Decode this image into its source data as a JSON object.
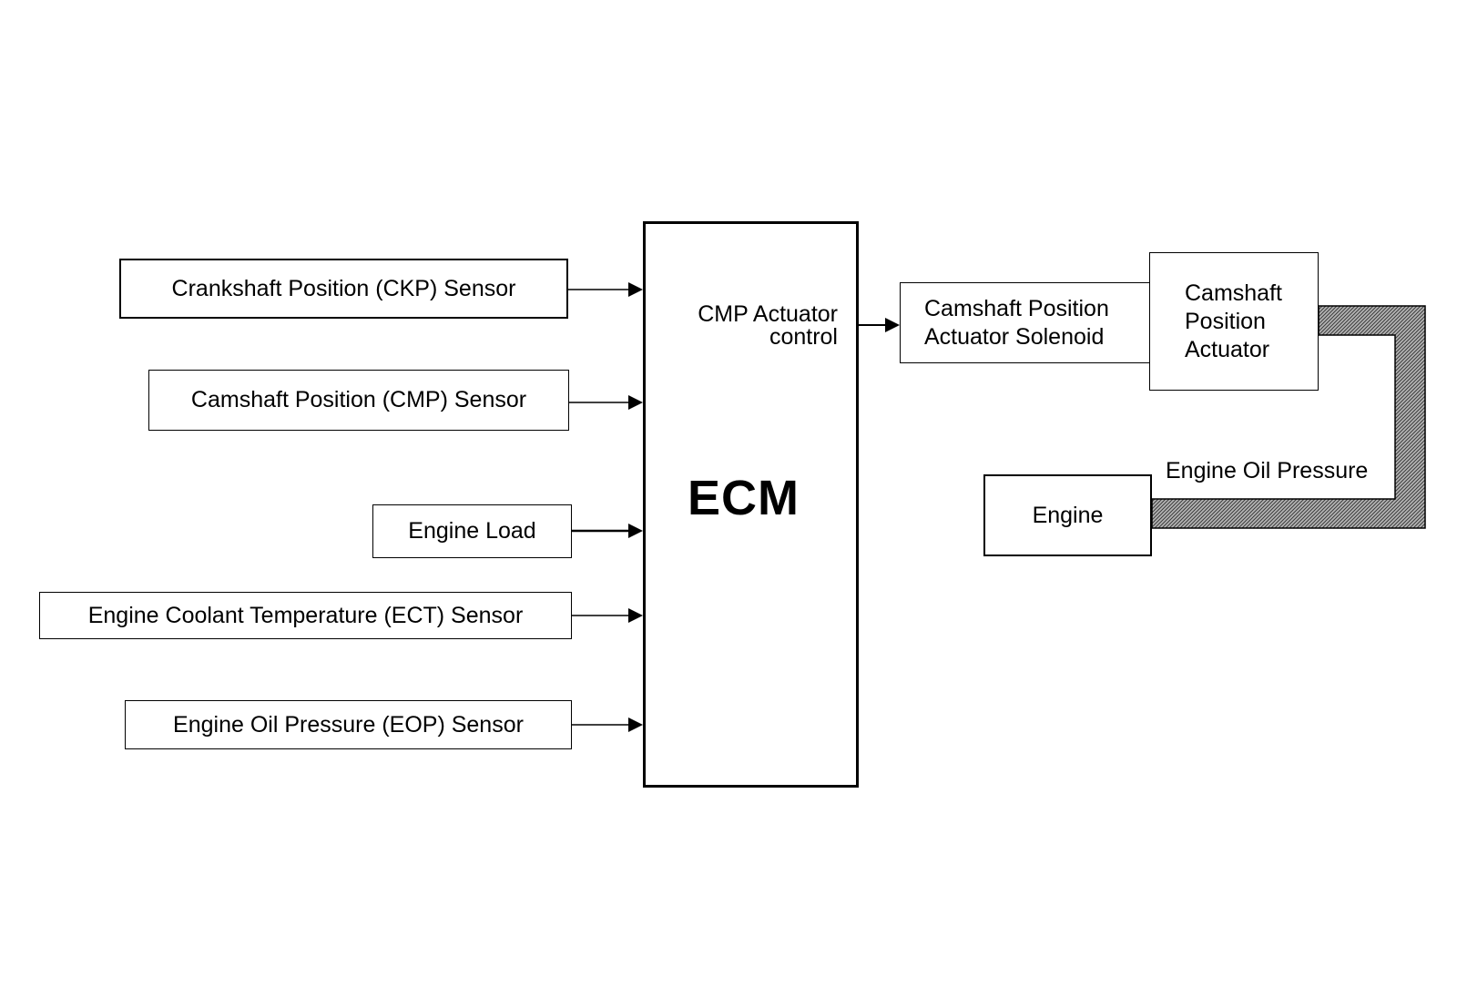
{
  "inputs": {
    "ckp_sensor": "Crankshaft Position (CKP) Sensor",
    "cmp_sensor": "Camshaft Position (CMP) Sensor",
    "engine_load": "Engine Load",
    "ect_sensor": "Engine Coolant Temperature (ECT) Sensor",
    "eop_sensor": "Engine Oil Pressure (EOP) Sensor"
  },
  "ecm": {
    "title": "ECM",
    "output_label_line1": "CMP Actuator",
    "output_label_line2": "control"
  },
  "outputs": {
    "solenoid_line1": "Camshaft Position",
    "solenoid_line2": "Actuator Solenoid",
    "actuator_line1": "Camshaft",
    "actuator_line2": "Position",
    "actuator_line3": "Actuator",
    "engine": "Engine",
    "oil_pressure_label": "Engine Oil Pressure"
  },
  "colors": {
    "line": "#000000",
    "oil_passage_fill": "#8c8c8c"
  }
}
